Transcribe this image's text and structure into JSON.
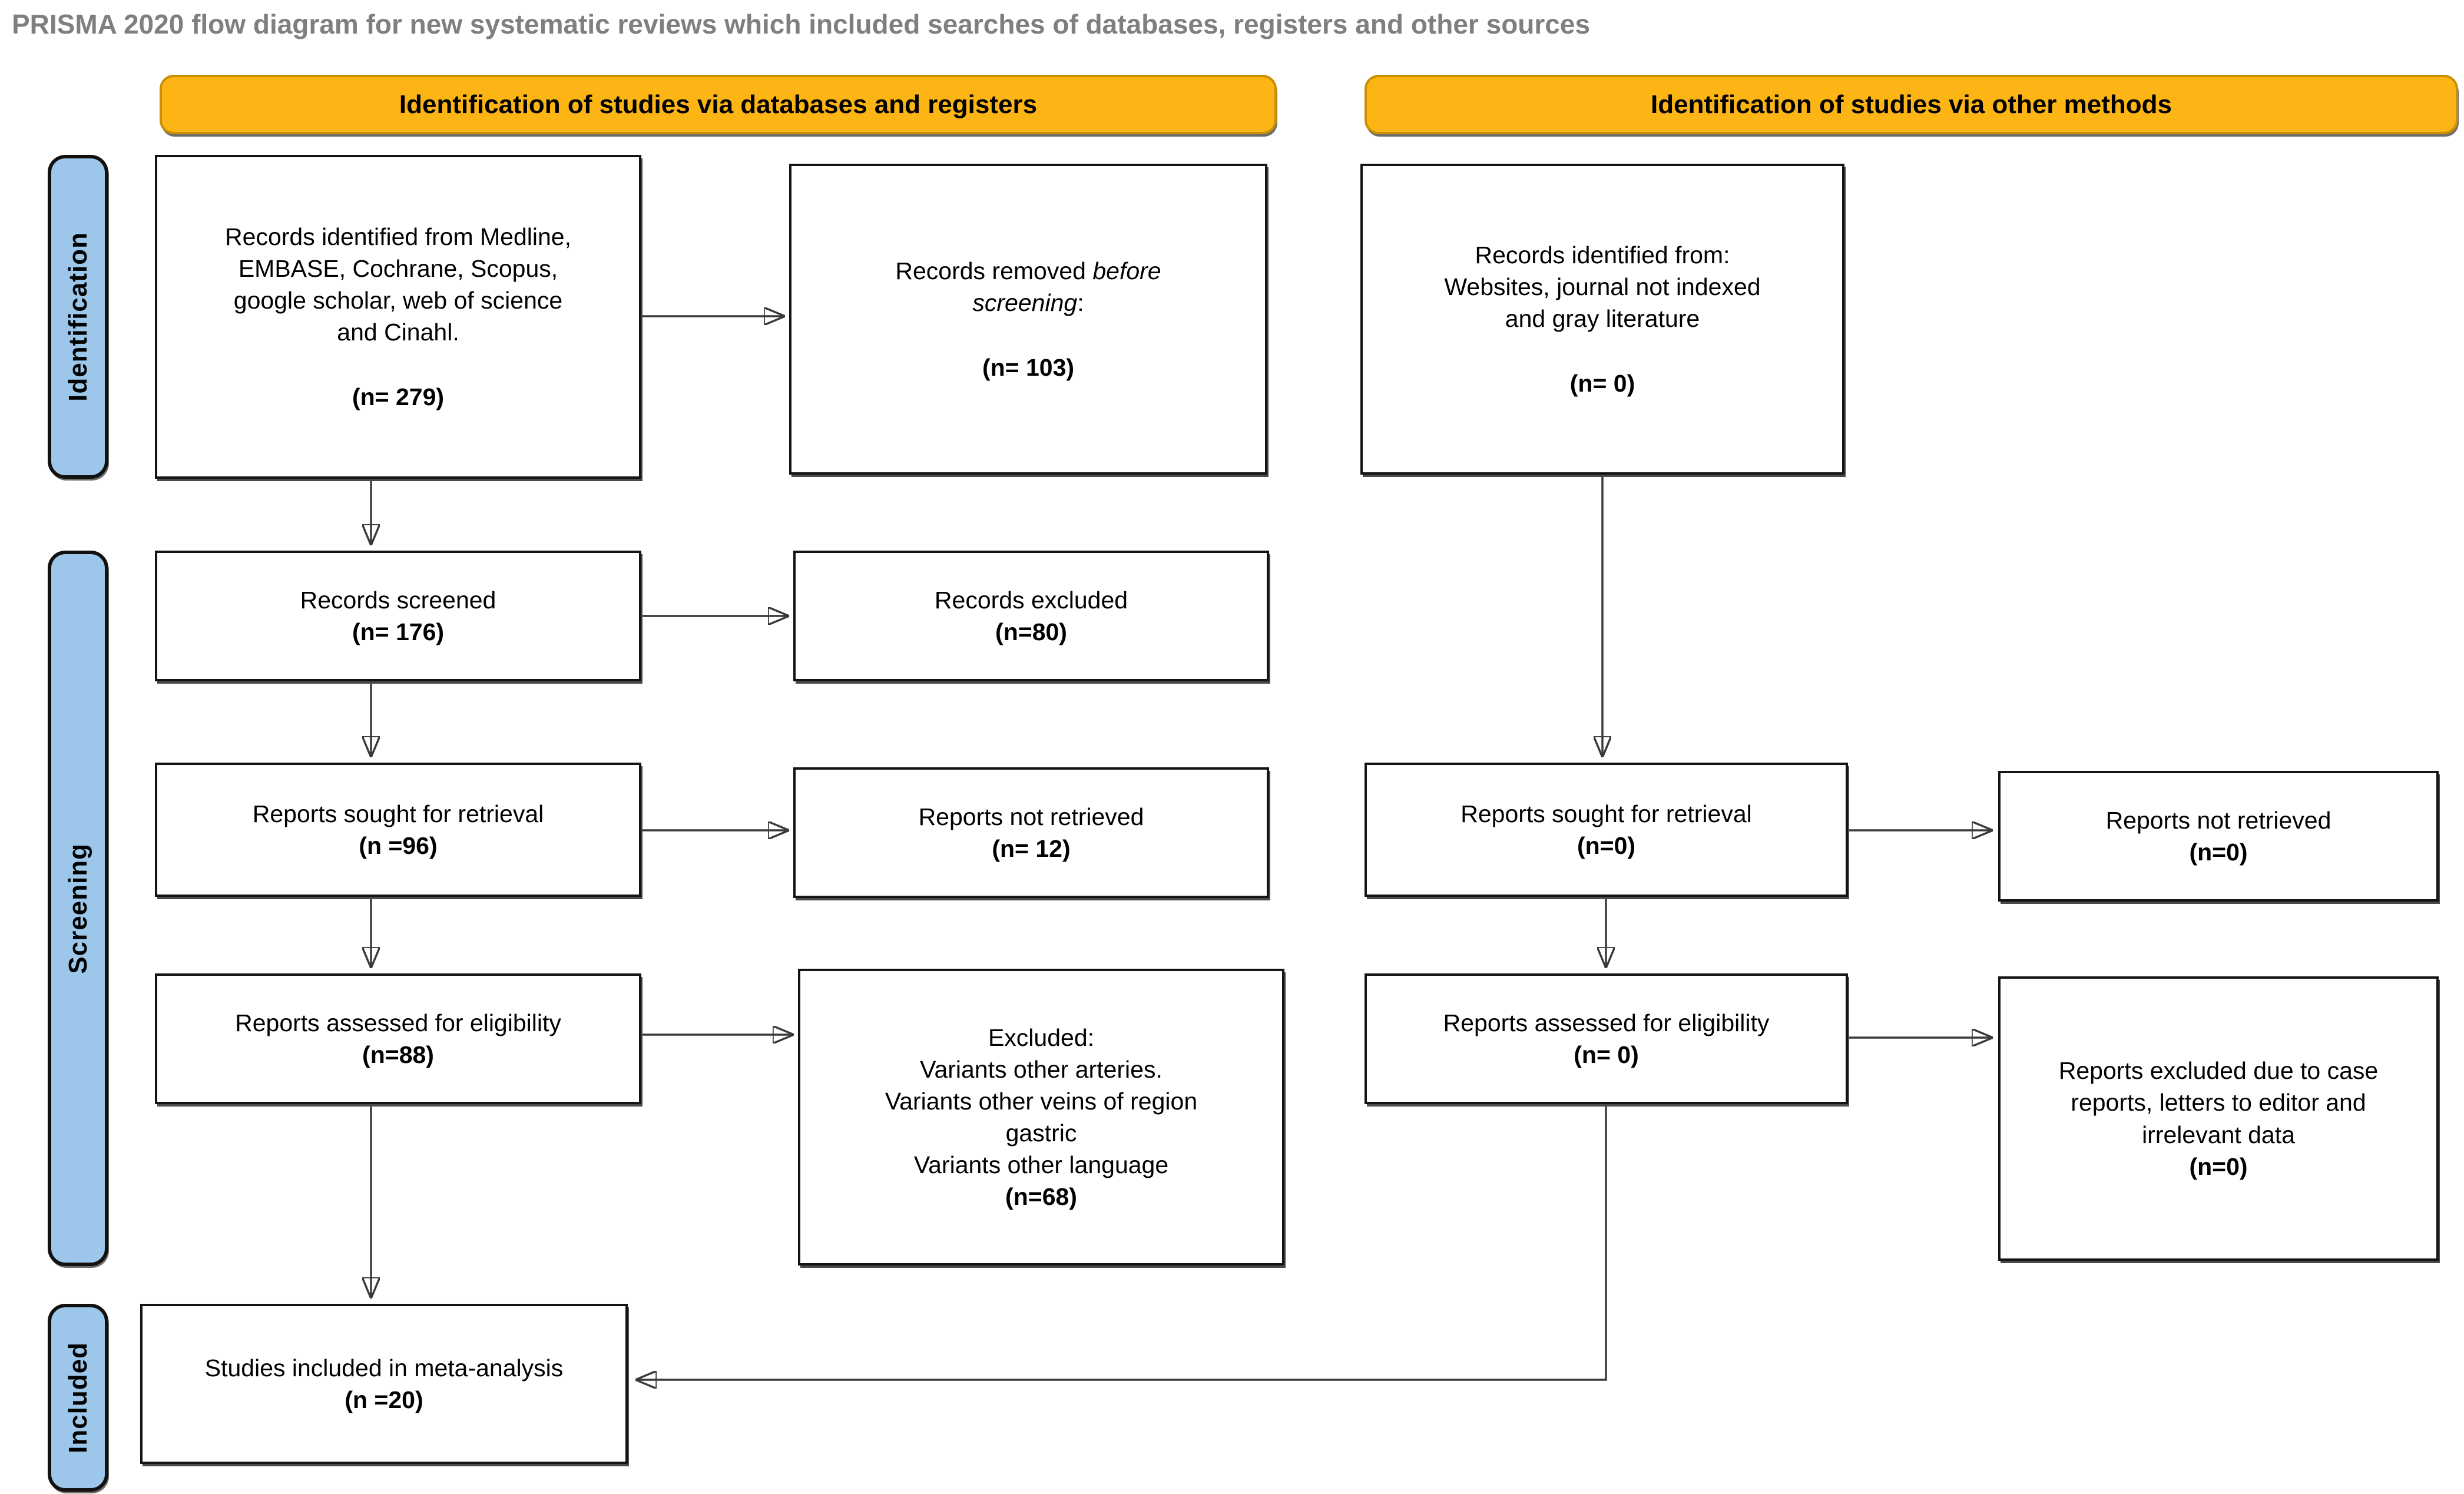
{
  "title": "PRISMA 2020 flow diagram for new systematic reviews which included searches of databases, registers and other sources",
  "headers": {
    "databases": "Identification of studies via databases and registers",
    "other": "Identification of studies via other methods"
  },
  "stages": {
    "identification": "Identification",
    "screening": "Screening",
    "included": "Included"
  },
  "boxes": {
    "db_identified": {
      "lines": [
        "Records identified from Medline,",
        "EMBASE, Cochrane, Scopus,",
        "google scholar, web of science",
        "and Cinahl."
      ],
      "count": "(n= 279)"
    },
    "records_removed": {
      "pre": "Records removed ",
      "italic": "before screening",
      "post": ":",
      "count": "(n= 103)"
    },
    "other_identified": {
      "lines": [
        "Records identified from:",
        "Websites, journal not indexed",
        "and gray literature"
      ],
      "count": "(n= 0)"
    },
    "records_screened": {
      "lines": [
        "Records screened"
      ],
      "count": "(n= 176)"
    },
    "records_excluded": {
      "lines": [
        "Records excluded"
      ],
      "count": "(n=80)"
    },
    "reports_sought_db": {
      "lines": [
        "Reports sought for retrieval"
      ],
      "count": "(n =96)"
    },
    "reports_not_retrieved_db": {
      "lines": [
        "Reports not retrieved"
      ],
      "count": "(n= 12)"
    },
    "reports_assessed_db": {
      "lines": [
        "Reports assessed for eligibility"
      ],
      "count": "(n=88)"
    },
    "excluded_reasons": {
      "lines": [
        "Excluded:",
        "Variants other arteries.",
        "Variants other veins of region",
        "gastric",
        "Variants other language"
      ],
      "count": "(n=68)"
    },
    "reports_sought_other": {
      "lines": [
        "Reports sought for retrieval"
      ],
      "count": "(n=0)"
    },
    "reports_not_retrieved_other": {
      "lines": [
        "Reports not retrieved"
      ],
      "count": "(n=0)"
    },
    "reports_assessed_other": {
      "lines": [
        "Reports assessed for eligibility"
      ],
      "count": "(n= 0)"
    },
    "reports_excluded_other": {
      "lines": [
        "Reports excluded due to case",
        "reports, letters to editor and",
        "irrelevant data"
      ],
      "count": "(n=0)"
    },
    "studies_included": {
      "lines": [
        "Studies included in meta-analysis"
      ],
      "count": "(n =20)"
    }
  },
  "colors": {
    "header_bg": "#FCB514",
    "header_border": "#C98F05",
    "stage_bg": "#9CC7EA",
    "box_border": "#141414",
    "arrow_line": "#3A3A3A",
    "arrowhead": "#111111",
    "title_text": "#7F7F7F"
  }
}
